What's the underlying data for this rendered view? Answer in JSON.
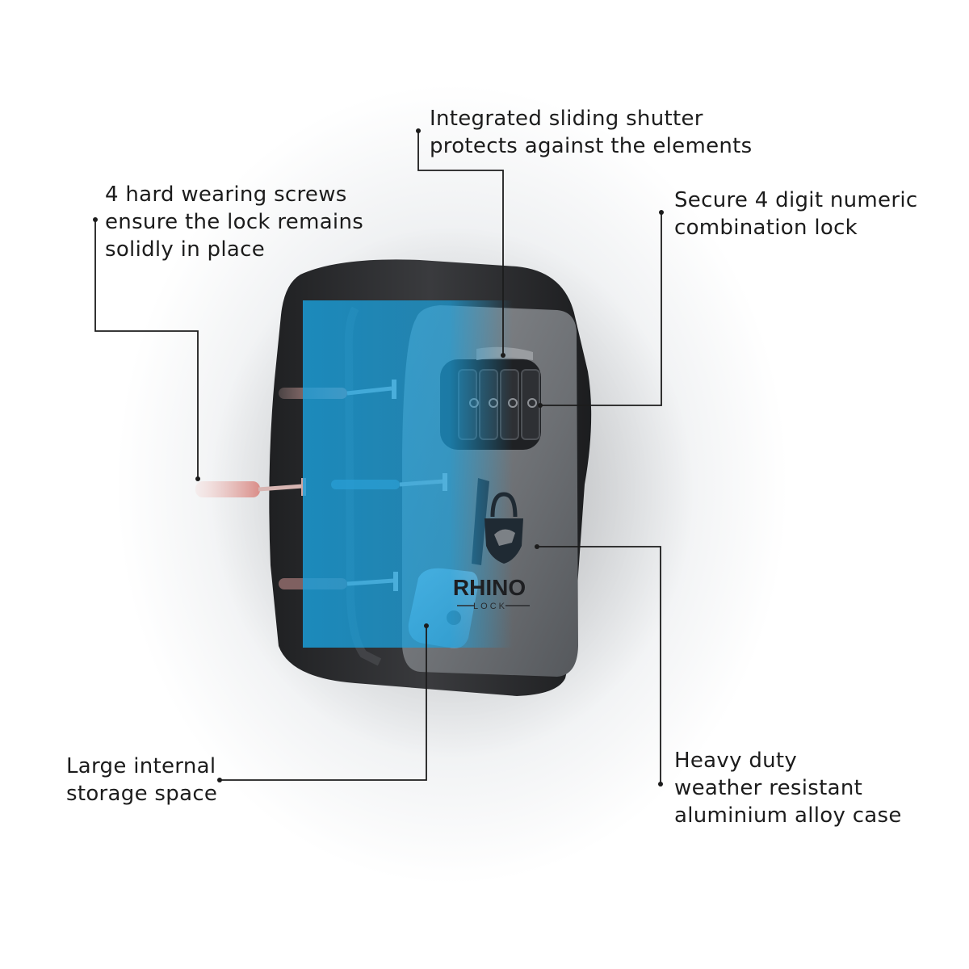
{
  "callouts": {
    "shutter": {
      "lines": [
        "Integrated sliding shutter",
        "protects against the elements"
      ]
    },
    "screws": {
      "lines": [
        "4 hard wearing screws",
        "ensure the lock remains",
        "solidly in place"
      ]
    },
    "combination": {
      "lines": [
        "Secure 4 digit numeric",
        "combination lock"
      ]
    },
    "storage": {
      "lines": [
        "Large internal",
        "storage space"
      ]
    },
    "case": {
      "lines": [
        "Heavy duty",
        "weather resistant",
        "aluminium alloy case"
      ]
    }
  },
  "product": {
    "brand_name": "RHINO",
    "brand_sub": "LOCK",
    "logo_icon": "padlock-rhino-icon",
    "dial_count": 4
  },
  "colors": {
    "overlay_blue": "#1aa0dc",
    "case_dark": "#2b2b2d",
    "case_grey": "#6f7276",
    "text": "#1c1c1c",
    "line": "#1c1c1c"
  }
}
